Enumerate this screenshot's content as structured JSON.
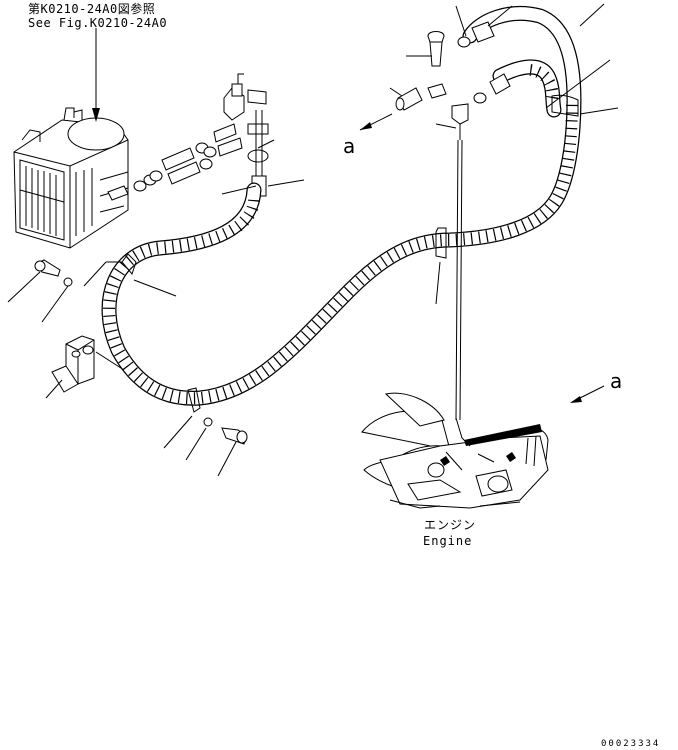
{
  "reference": {
    "japanese": "第K0210-24A0図参照",
    "english": "See Fig.K0210-24A0"
  },
  "view_marker": {
    "left": "a",
    "right": "a"
  },
  "engine_label": {
    "japanese": "エンジン",
    "english": "Engine"
  },
  "drawing_number": "00023334"
}
